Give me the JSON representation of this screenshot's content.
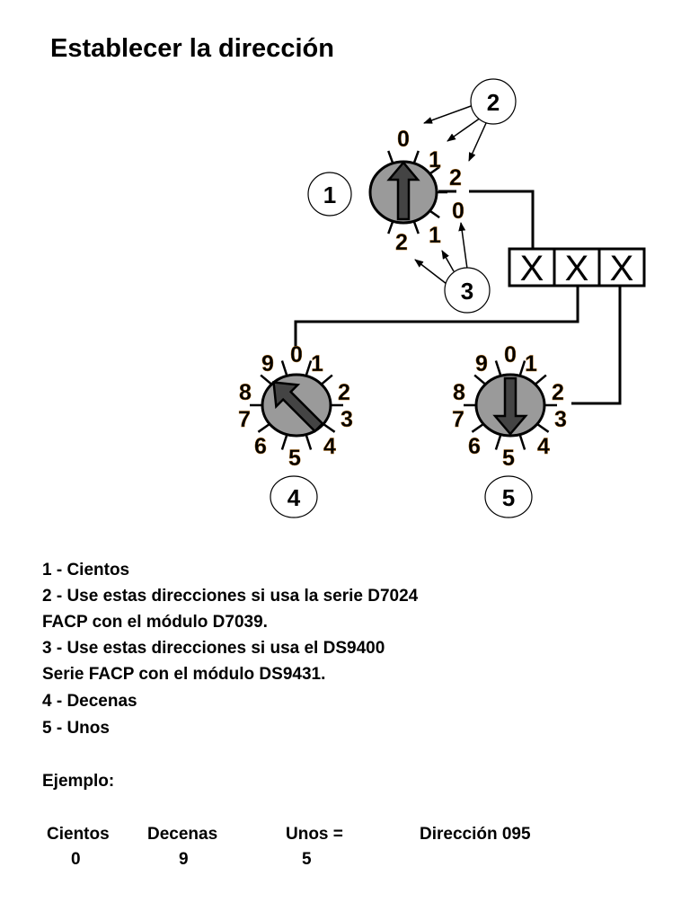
{
  "title": "Establecer la dirección",
  "diagram": {
    "hundreds_dial_labels": {
      "series_2": [
        "0",
        "1",
        "2"
      ],
      "series_3": [
        "0",
        "1",
        "2"
      ]
    },
    "decimal_dial_labels": [
      "0",
      "1",
      "2",
      "3",
      "4",
      "5",
      "6",
      "7",
      "8",
      "9"
    ],
    "callouts": [
      "1",
      "2",
      "3",
      "4",
      "5"
    ],
    "address_boxes": [
      "X",
      "X",
      "X"
    ],
    "dial_settings": {
      "hundreds": 0,
      "tens": 9,
      "ones": 5
    }
  },
  "legend": [
    "1 - Cientos",
    "2 - Use estas direcciones si usa la serie D7024",
    "FACP con el módulo D7039.",
    "3 - Use estas direcciones si usa el DS9400",
    "Serie FACP con el módulo DS9431.",
    "4 - Decenas",
    "5 - Unos"
  ],
  "example": {
    "label": "Ejemplo:",
    "headers": [
      "Cientos",
      "Decenas",
      "Unos =",
      "Dirección 095"
    ],
    "values": [
      "0",
      "9",
      "5"
    ]
  }
}
